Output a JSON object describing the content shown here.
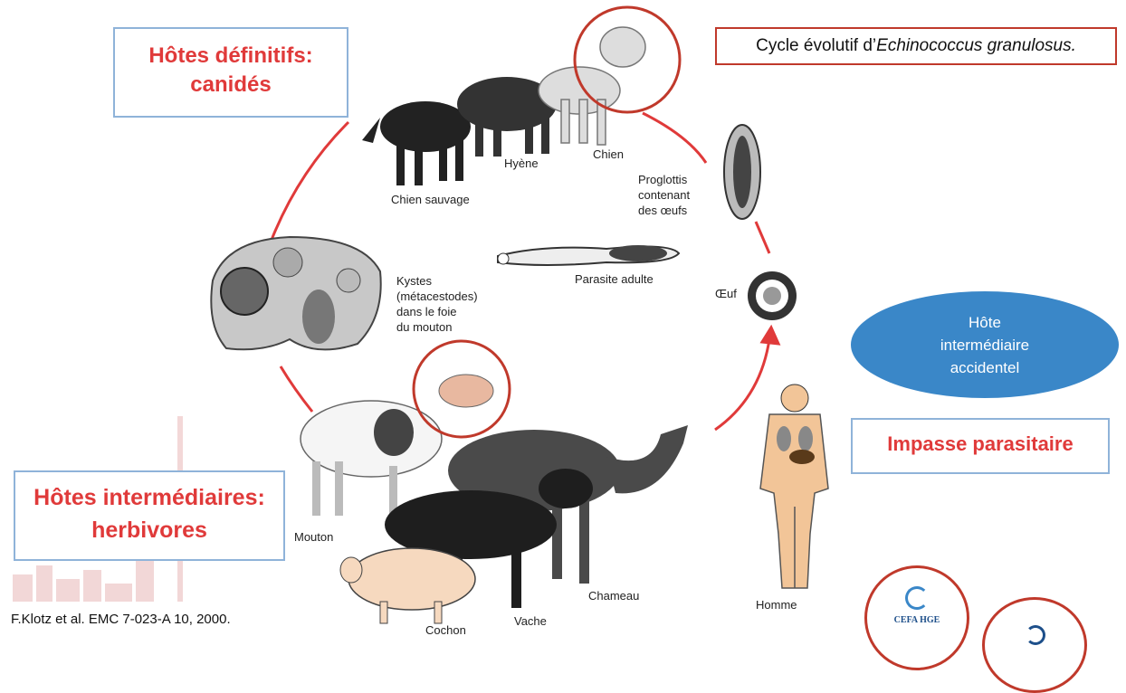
{
  "title": {
    "prefix": "Cycle évolutif d’",
    "italic": "Echinococcus granulosus."
  },
  "definitive_hosts": {
    "line1": "Hôtes définitifs:",
    "line2": "canidés"
  },
  "intermediate_hosts": {
    "line1": "Hôtes intermédiaires:",
    "line2": "herbivores"
  },
  "accidental_host": {
    "line1": "Hôte",
    "line2": "intermédiaire",
    "line3": "accidentel"
  },
  "dead_end": "Impasse parasitaire",
  "labels": {
    "chien_sauvage": "Chien sauvage",
    "hyene": "Hyène",
    "chien": "Chien",
    "proglottis": [
      "Proglottis",
      "contenant",
      "des œufs"
    ],
    "parasite_adulte": "Parasite adulte",
    "oeuf": "Œuf",
    "kystes": [
      "Kystes",
      "(métacestodes)",
      "dans le foie",
      "du mouton"
    ],
    "mouton": "Mouton",
    "cochon": "Cochon",
    "vache": "Vache",
    "chameau": "Chameau",
    "homme": "Homme"
  },
  "credit": "F.Klotz et al. EMC 7-023-A 10, 2000.",
  "logo_text": "CEFA HGE",
  "colors": {
    "red": "#e03a3a",
    "blue": "#3a87c8",
    "box_border": "#8fb3d9"
  }
}
